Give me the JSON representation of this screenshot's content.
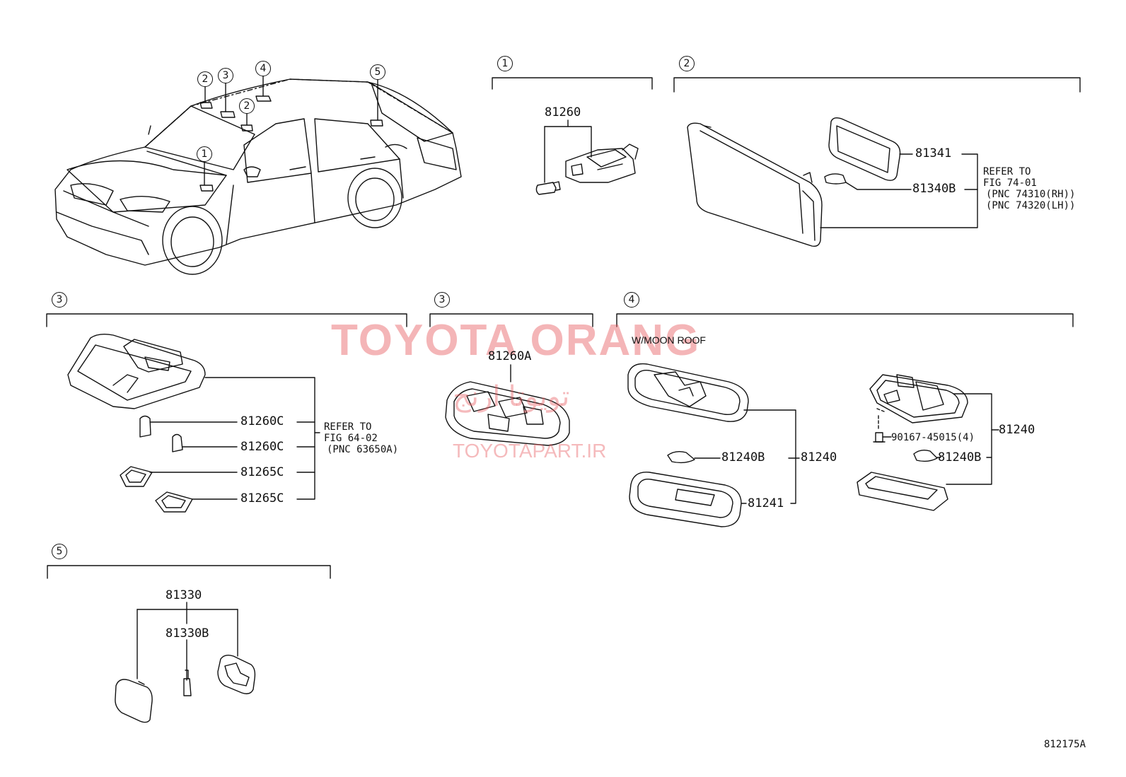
{
  "callouts": {
    "car_1": "1",
    "car_2a": "2",
    "car_3": "3",
    "car_2b": "2",
    "car_4": "4",
    "car_5": "5",
    "s1": "1",
    "s2": "2",
    "s3a": "3",
    "s3b": "3",
    "s4": "4",
    "s5": "5"
  },
  "section1": {
    "p81260": "81260"
  },
  "section2": {
    "p81341": "81341",
    "p81340B": "81340B",
    "refer_1": "REFER TO",
    "refer_2": "FIG 74-01",
    "refer_3": "(PNC 74310(RH))",
    "refer_4": "(PNC 74320(LH))"
  },
  "section3a": {
    "p81260C_1": "81260C",
    "p81260C_2": "81260C",
    "p81265C_1": "81265C",
    "p81265C_2": "81265C",
    "refer_1": "REFER TO",
    "refer_2": "FIG 64-02",
    "refer_3": "(PNC 63650A)"
  },
  "section3b": {
    "p81260A": "81260A"
  },
  "section4": {
    "note": "W/MOON ROOF",
    "p81240B_1": "81240B",
    "p81240_1": "81240",
    "p81241": "81241",
    "p90167": "90167-45015(4)",
    "p81240_2": "81240",
    "p81240B_2": "81240B"
  },
  "section5": {
    "p81330": "81330",
    "p81330B": "81330B"
  },
  "figure_id": "812175A",
  "watermark": {
    "title": "TOYOTA ORANG",
    "arabic": "تويوتا ارنج",
    "site": "TOYOTAPART.IR",
    "color": "#e65a5f"
  }
}
